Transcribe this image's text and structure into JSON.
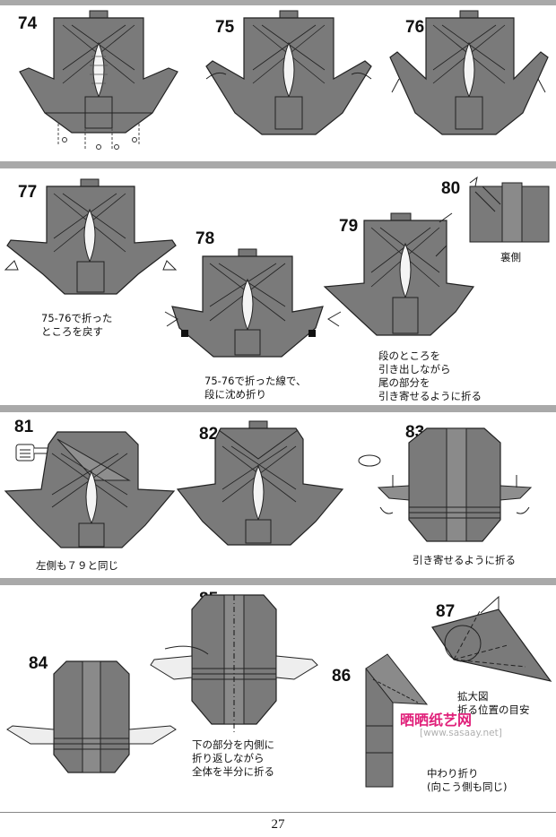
{
  "steps": {
    "s74": "74",
    "s75": "75",
    "s76": "76",
    "s77": "77",
    "s78": "78",
    "s79": "79",
    "s80": "80",
    "s81": "81",
    "s82": "82",
    "s83": "83",
    "s84": "84",
    "s85": "85",
    "s86": "86",
    "s87": "87"
  },
  "captions": {
    "c77": "75-76で折った\nところを戻す",
    "c78": "75-76で折った線で、\n段に沈め折り",
    "c79": "段のところを\n引き出しながら\n尾の部分を\n引き寄せるように折る",
    "c80": "裏側",
    "c81": "左側も７９と同じ",
    "c83": "引き寄せるように折る",
    "c85": "下の部分を内側に\n折り返しながら\n全体を半分に折る",
    "c87": "拡大図\n折る位置の目安",
    "c86": "中わり折り\n(向こう側も同じ)"
  },
  "watermark": {
    "brand": "晒晒纸艺网",
    "url": "[www.sasaay.net]"
  },
  "page_number": "27",
  "colors": {
    "paper_gray": "#7a7a7a",
    "band": "#a9a9a9",
    "light": "#f2f2f2",
    "watermark": "#e0207a"
  }
}
